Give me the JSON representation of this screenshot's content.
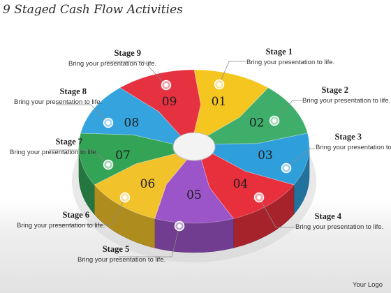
{
  "title": "9 Staged Cash Flow Activities",
  "segments": [
    {
      "num": "01",
      "color": "#f4c61f"
    },
    {
      "num": "02",
      "color": "#3fae6a"
    },
    {
      "num": "03",
      "color": "#2f9fdb"
    },
    {
      "num": "04",
      "color": "#e8303c"
    },
    {
      "num": "05",
      "color": "#9b55c8"
    },
    {
      "num": "06",
      "color": "#f2c22a"
    },
    {
      "num": "07",
      "color": "#33a356"
    },
    {
      "num": "08",
      "color": "#35a3de"
    },
    {
      "num": "09",
      "color": "#e63140"
    }
  ],
  "stages": [
    {
      "title": "Stage 1",
      "text": "Bring your presentation to life."
    },
    {
      "title": "Stage 2",
      "text": "Bring your presentation to life."
    },
    {
      "title": "Stage 3",
      "text": "Bring your presentation to life."
    },
    {
      "title": "Stage 4",
      "text": "Bring your presentation to life."
    },
    {
      "title": "Stage 5",
      "text": "Bring your presentation to life."
    },
    {
      "title": "Stage 6",
      "text": "Bring your presentation to life."
    },
    {
      "title": "Stage 7",
      "text": "Bring your presentation to life."
    },
    {
      "title": "Stage 8",
      "text": "Bring your presentation to life."
    },
    {
      "title": "Stage 9",
      "text": "Bring your presentation to life."
    }
  ],
  "logo": "Your Logo"
}
